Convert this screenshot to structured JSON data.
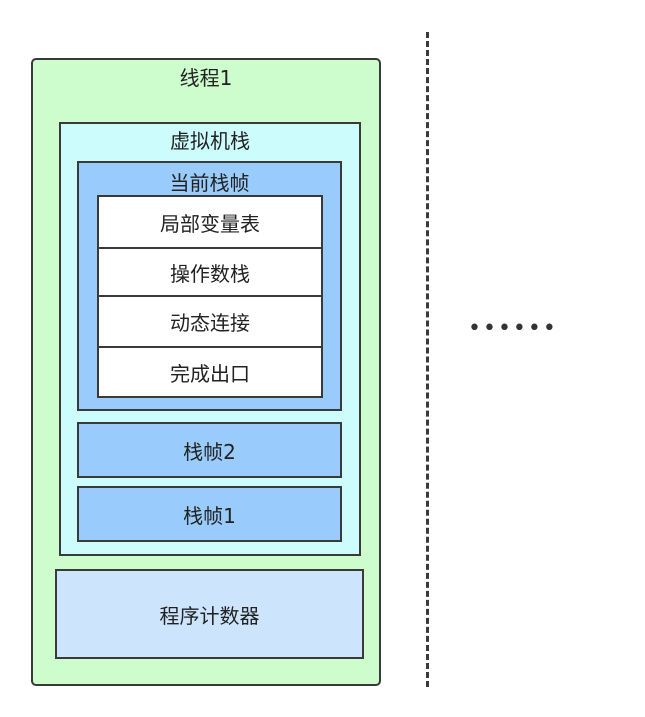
{
  "thread": {
    "label": "线程1",
    "vm_stack": {
      "label": "虚拟机栈",
      "current_frame": {
        "label": "当前栈帧",
        "slots": [
          "局部变量表",
          "操作数栈",
          "动态连接",
          "完成出口"
        ]
      },
      "frames": [
        "栈帧2",
        "栈帧1"
      ]
    },
    "pc_register": "程序计数器"
  },
  "ellipsis": "••••••",
  "colors": {
    "thread_bg": "#cdfccd",
    "vm_stack_bg": "#ccfcfc",
    "frame_bg": "#99ccfc",
    "slot_bg": "#ffffff",
    "pc_bg": "#cce4fc",
    "border": "#3a3a3a"
  }
}
